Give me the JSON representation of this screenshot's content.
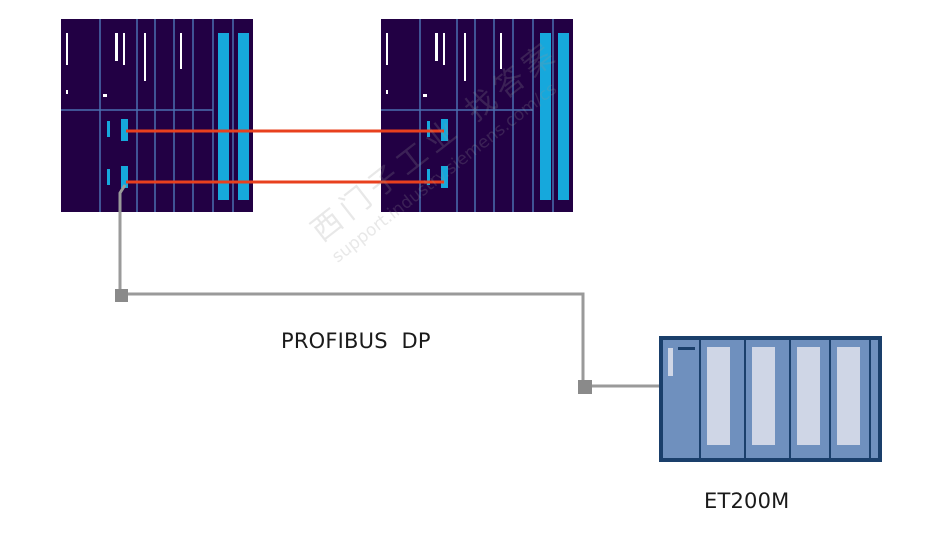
{
  "network_label": "PROFIBUS  DP",
  "remote_io_label": "ET200M",
  "watermark": {
    "line1": "西门子工业 找答案",
    "line2": "support.industry.siemens.com/cs"
  },
  "colors": {
    "plc_body": "#220044",
    "plc_slot_line": "#2f4e8f",
    "plc_sync_module": "#16a8dc",
    "sync_cable": "#e8401e",
    "profibus_cable": "#9a9a9a",
    "et200m_frame": "#1a3f6b",
    "et200m_body": "#6f90be",
    "et200m_module": "#cfd6e6"
  },
  "icons": [
    "plc-rack-icon",
    "plc-rack-icon",
    "et200m-station-icon",
    "profibus-connector-icon"
  ]
}
